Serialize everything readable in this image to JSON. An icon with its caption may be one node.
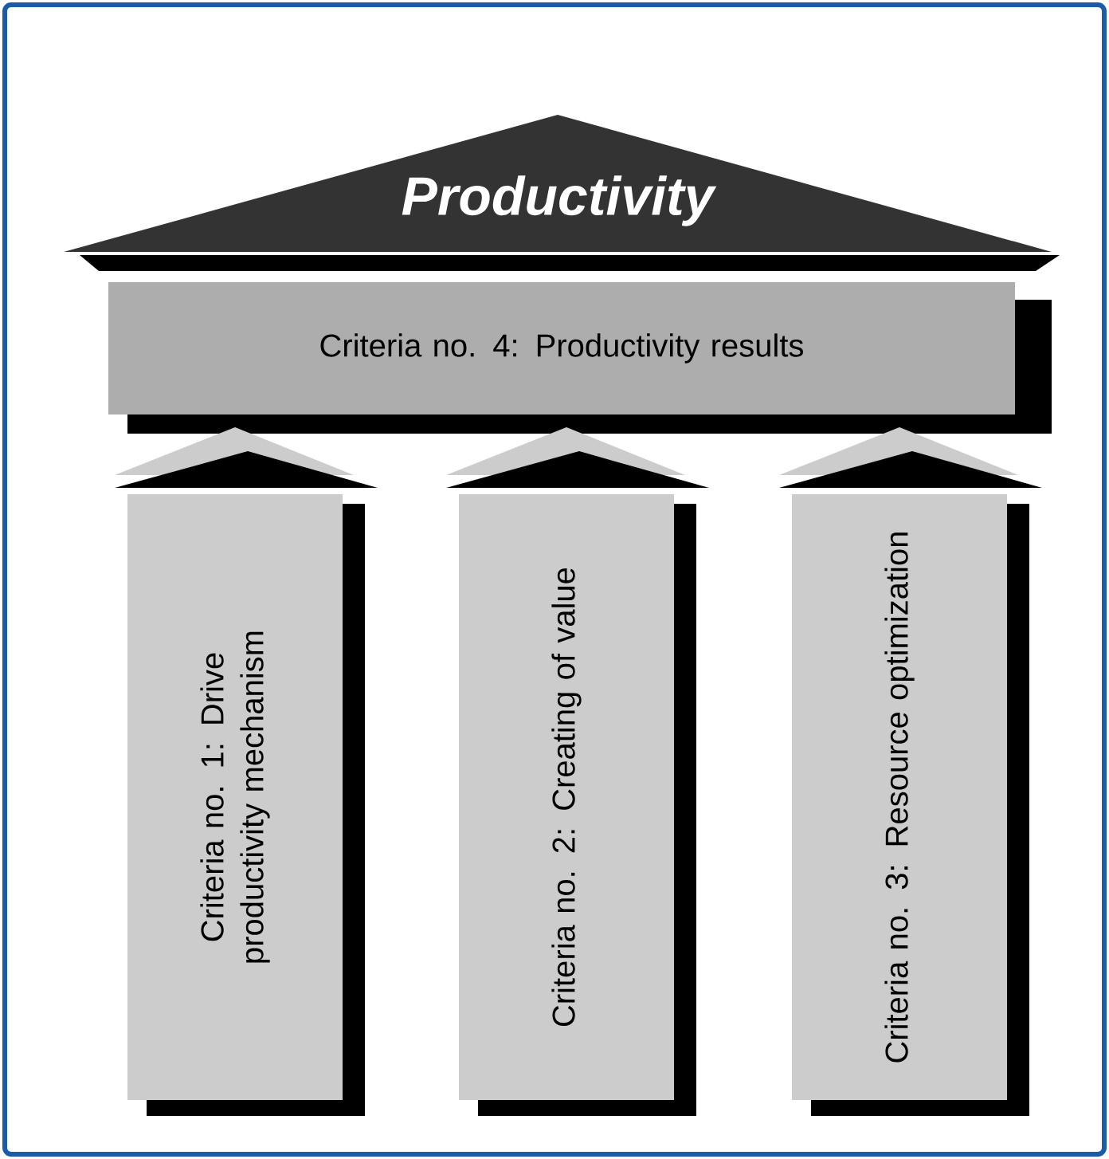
{
  "diagram": {
    "nodes": [
      {
        "text": [
          "Productivity"
        ]
      },
      {
        "text": [
          "Criteria no. 4: Productivity results"
        ]
      },
      {
        "text": [
          "Criteria no. 1: Drive productivity mechanism"
        ]
      },
      {
        "text": [
          "Criteria no. 2: Creating of value"
        ]
      },
      {
        "text": [
          "Criteria no. 3: Resource optimization"
        ]
      }
    ]
  }
}
